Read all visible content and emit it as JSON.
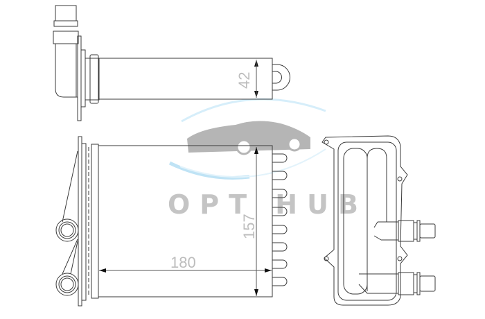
{
  "drawing": {
    "dimensions": {
      "depth": "42",
      "height": "157",
      "width": "180"
    },
    "watermark": {
      "text": "OPT HUB"
    },
    "colors": {
      "line": "#3a3a3a",
      "watermark_text": "#c4c4c4",
      "swoosh": "#bfe3f5",
      "car": "#b0b0b0"
    }
  }
}
